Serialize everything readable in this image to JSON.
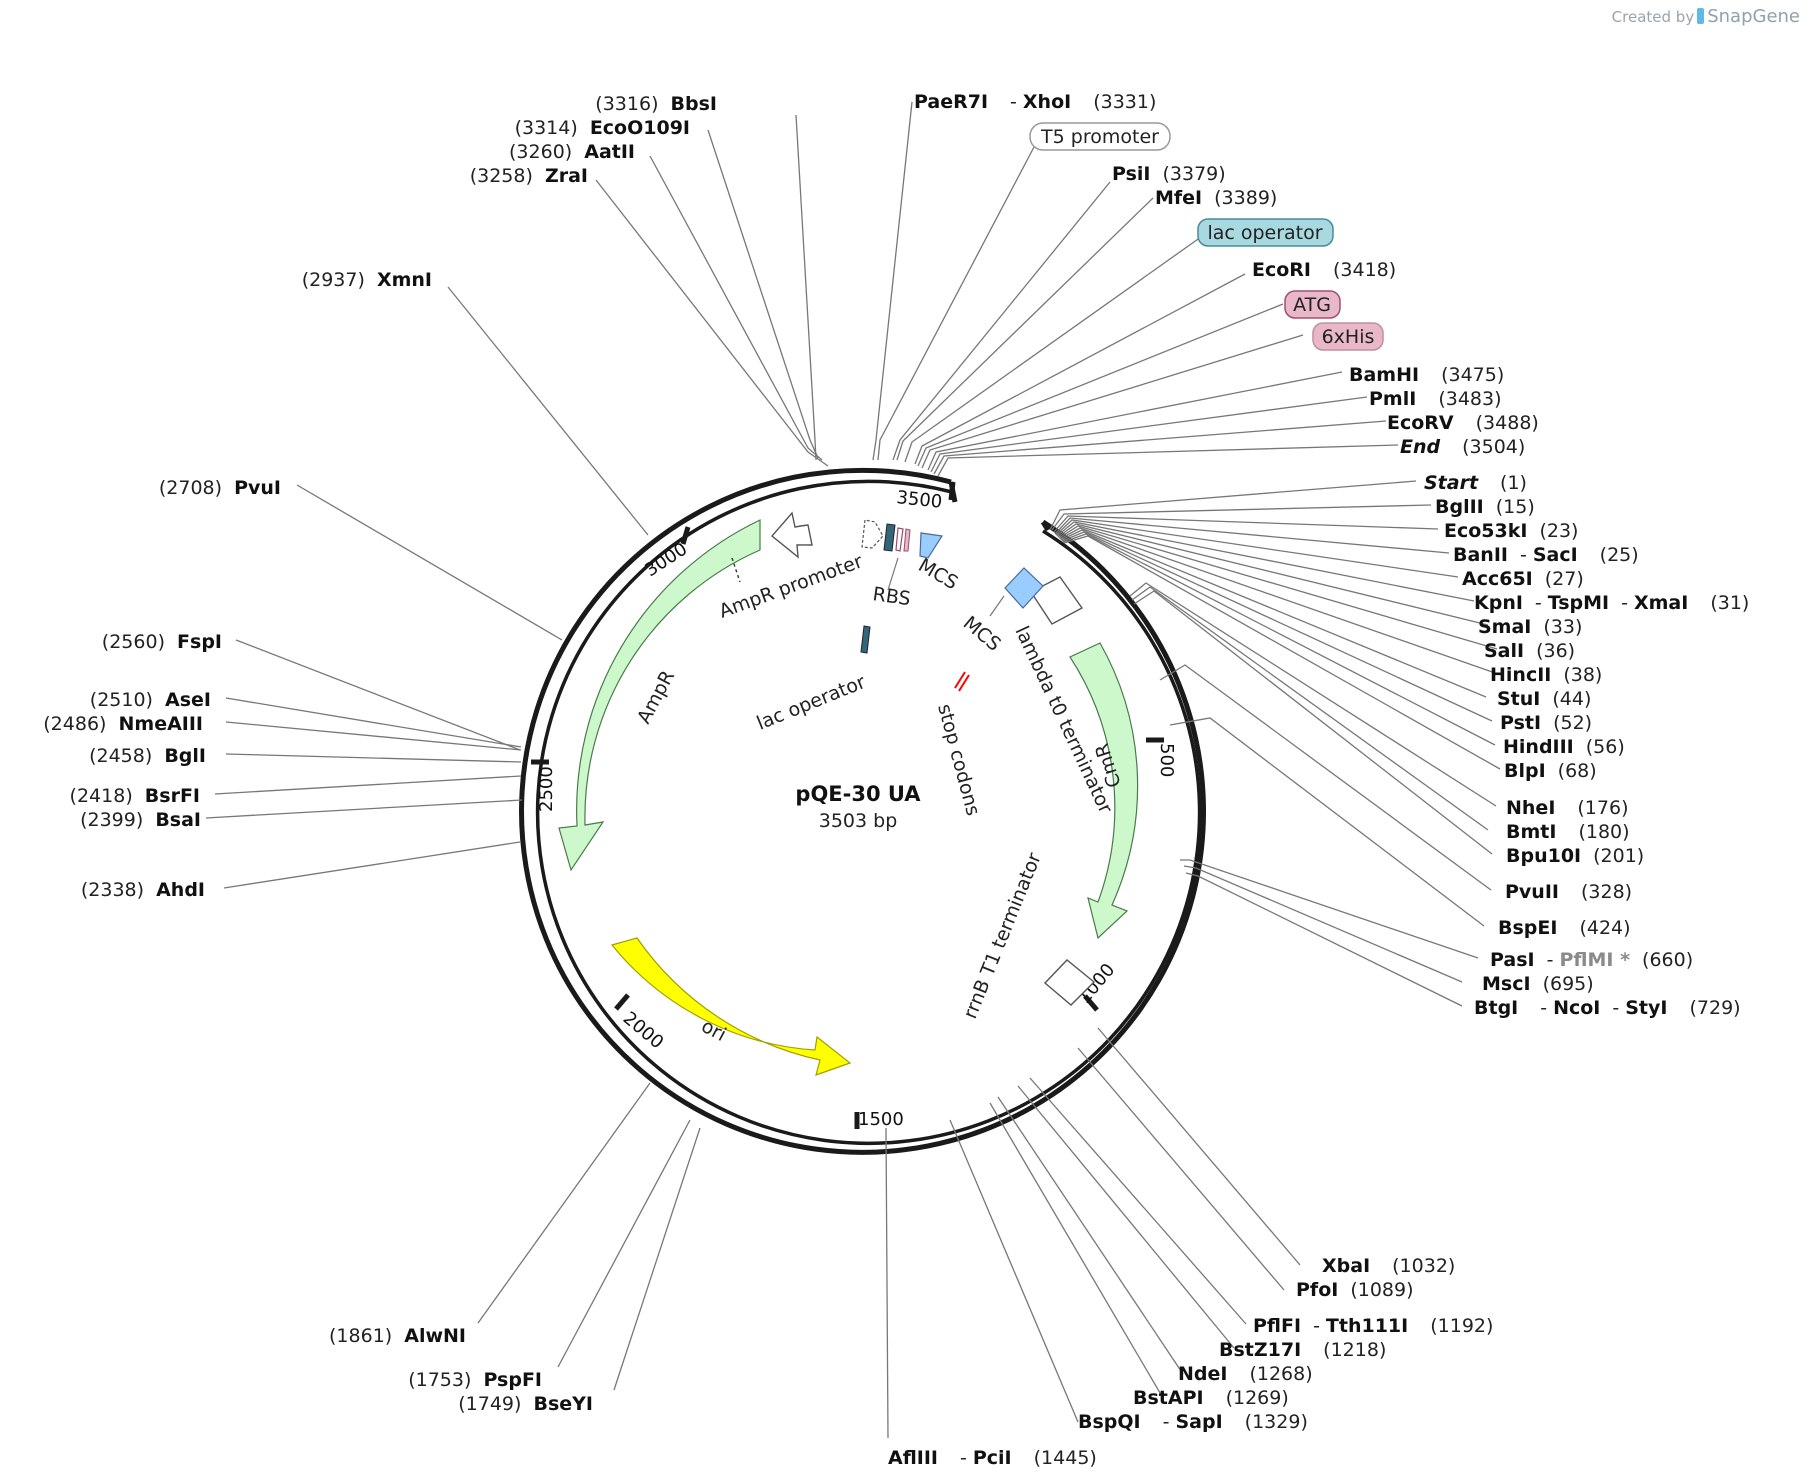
{
  "credit": {
    "prefix": "Created by",
    "brand": "SnapGene"
  },
  "plasmid": {
    "name": "pQE-30 UA",
    "size_label": "3503 bp"
  },
  "ticks": [
    "500",
    "1000",
    "1500",
    "2000",
    "2500",
    "3000",
    "3500"
  ],
  "features": [
    {
      "name": "AmpR",
      "color": "#ccf8cc"
    },
    {
      "name": "AmpR promoter",
      "color": "#ffffff"
    },
    {
      "name": "ori",
      "color": "#ffff00"
    },
    {
      "name": "CmR",
      "color": "#ccf8cc"
    },
    {
      "name": "lambda t0 terminator",
      "color": "#ffffff"
    },
    {
      "name": "rrnB T1 terminator",
      "color": "#ffffff"
    },
    {
      "name": "MCS",
      "color": "#99ccff"
    },
    {
      "name": "MCS",
      "color": "#99ccff"
    },
    {
      "name": "RBS",
      "color": "#ffffff"
    },
    {
      "name": "lac operator",
      "color": "#336677"
    },
    {
      "name": "stop codons",
      "color": "#ff0000"
    }
  ],
  "boxed_labels": [
    {
      "text": "T5 promoter",
      "fill": "#ffffff",
      "stroke": "#999999"
    },
    {
      "text": "lac operator",
      "fill": "#a8d8e0",
      "stroke": "#4a8a98"
    },
    {
      "text": "ATG",
      "fill": "#e8b8c8",
      "stroke": "#a05070"
    },
    {
      "text": "6xHis",
      "fill": "#e8b8c8",
      "stroke": "#c090a0"
    }
  ],
  "sites": [
    {
      "pos": "(3316)",
      "name": "BbsI"
    },
    {
      "pos": "(3314)",
      "name": "EcoO109I"
    },
    {
      "pos": "(3260)",
      "name": "AatII"
    },
    {
      "pos": "(3258)",
      "name": "ZraI"
    },
    {
      "pos": "(2937)",
      "name": "XmnI"
    },
    {
      "pos": "(2708)",
      "name": "PvuI"
    },
    {
      "pos": "(2560)",
      "name": "FspI"
    },
    {
      "pos": "(2510)",
      "name": "AseI"
    },
    {
      "pos": "(2486)",
      "name": "NmeAIII"
    },
    {
      "pos": "(2458)",
      "name": "BglI"
    },
    {
      "pos": "(2418)",
      "name": "BsrFI"
    },
    {
      "pos": "(2399)",
      "name": "BsaI"
    },
    {
      "pos": "(2338)",
      "name": "AhdI"
    },
    {
      "pos": "(1861)",
      "name": "AlwNI"
    },
    {
      "pos": "(1753)",
      "name": "PspFI"
    },
    {
      "pos": "(1749)",
      "name": "BseYI"
    },
    {
      "name": "PaeR7I",
      "name2": "XhoI",
      "pos": "(3331)"
    },
    {
      "name": "PsiI",
      "pos": "(3379)"
    },
    {
      "name": "MfeI",
      "pos": "(3389)"
    },
    {
      "name": "EcoRI",
      "pos": "(3418)"
    },
    {
      "name": "BamHI",
      "pos": "(3475)"
    },
    {
      "name": "PmlI",
      "pos": "(3483)"
    },
    {
      "name": "EcoRV",
      "pos": "(3488)"
    },
    {
      "name": "End",
      "pos": "(3504)"
    },
    {
      "name": "Start",
      "pos": "(1)"
    },
    {
      "name": "BglII",
      "pos": "(15)"
    },
    {
      "name": "Eco53kI",
      "pos": "(23)"
    },
    {
      "name": "BanII",
      "name2": "SacI",
      "pos": "(25)"
    },
    {
      "name": "Acc65I",
      "pos": "(27)"
    },
    {
      "name": "KpnI",
      "name2": "TspMI",
      "name3": "XmaI",
      "pos": "(31)"
    },
    {
      "name": "SmaI",
      "pos": "(33)"
    },
    {
      "name": "SalI",
      "pos": "(36)"
    },
    {
      "name": "HincII",
      "pos": "(38)"
    },
    {
      "name": "StuI",
      "pos": "(44)"
    },
    {
      "name": "PstI",
      "pos": "(52)"
    },
    {
      "name": "HindIII",
      "pos": "(56)"
    },
    {
      "name": "BlpI",
      "pos": "(68)"
    },
    {
      "name": "NheI",
      "pos": "(176)"
    },
    {
      "name": "BmtI",
      "pos": "(180)"
    },
    {
      "name": "Bpu10I",
      "pos": "(201)"
    },
    {
      "name": "PvuII",
      "pos": "(328)"
    },
    {
      "name": "BspEI",
      "pos": "(424)"
    },
    {
      "name": "PasI",
      "name2": "PflMI *",
      "pos": "(660)"
    },
    {
      "name": "MscI",
      "pos": "(695)"
    },
    {
      "name": "BtgI",
      "name2": "NcoI",
      "name3": "StyI",
      "pos": "(729)"
    },
    {
      "name": "XbaI",
      "pos": "(1032)"
    },
    {
      "name": "PfoI",
      "pos": "(1089)"
    },
    {
      "name": "PflFI",
      "name2": "Tth111I",
      "pos": "(1192)"
    },
    {
      "name": "BstZ17I",
      "pos": "(1218)"
    },
    {
      "name": "NdeI",
      "pos": "(1268)"
    },
    {
      "name": "BstAPI",
      "pos": "(1269)"
    },
    {
      "name": "BspQI",
      "name2": "SapI",
      "pos": "(1329)"
    },
    {
      "name": "AflIII",
      "name2": "PciI",
      "pos": "(1445)"
    }
  ],
  "dash": "-"
}
